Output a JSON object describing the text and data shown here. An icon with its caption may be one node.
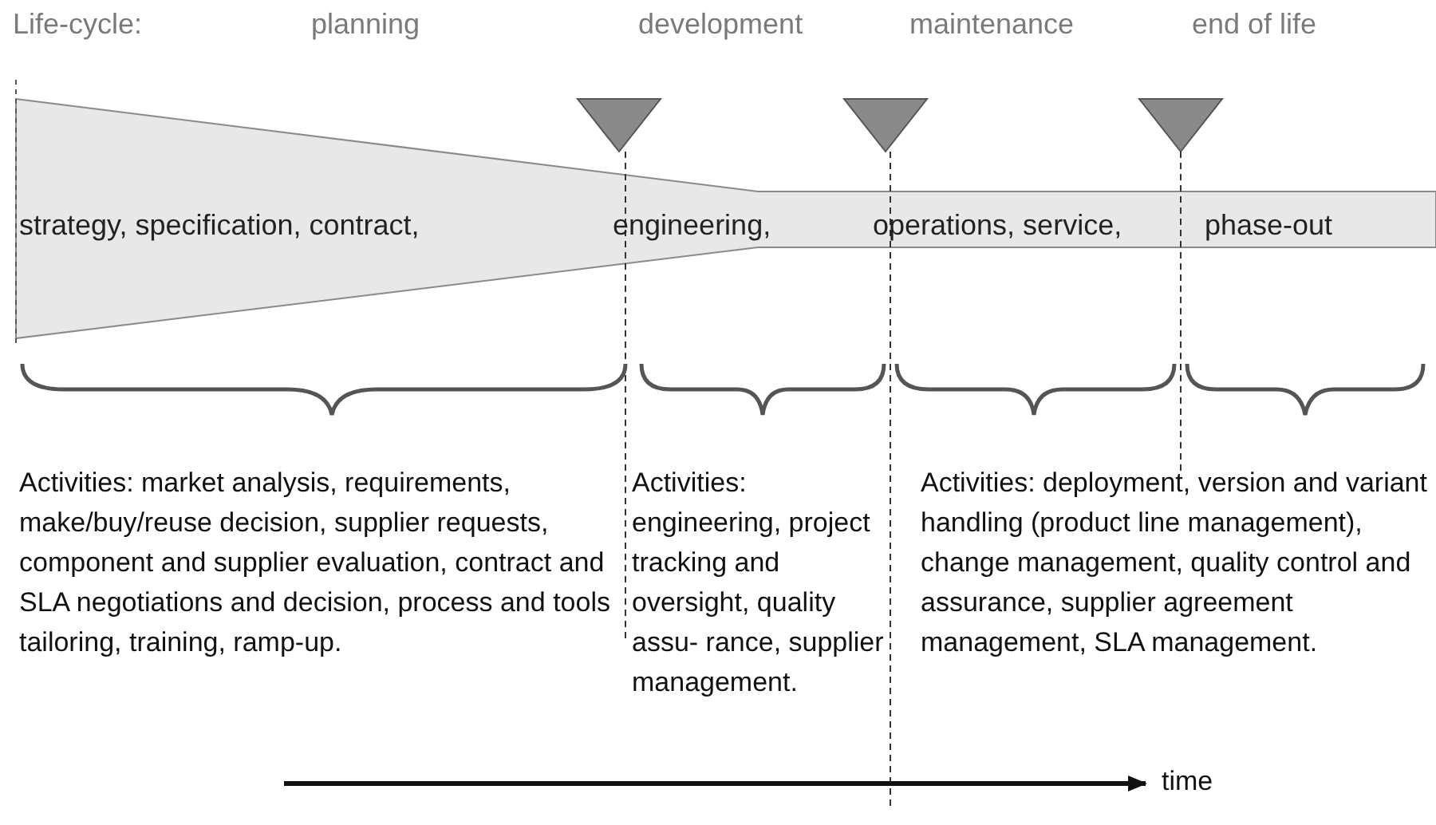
{
  "diagram": {
    "labels": [
      "Life-cycle:",
      "planning",
      "development",
      "maintenance",
      "end of life",
      "strategy, specification, contract,",
      "engineering,",
      "operations, service,",
      "phase-out",
      "Activities: market analysis, requirements, make/buy/reuse decision, supplier requests, component and supplier evaluation, contract and SLA negotiations and decision, process and tools tailoring, training, ramp-up.",
      "Activities: engineering, project tracking and oversight, quality assu- rance, supplier management.",
      "Activities: deployment, version and variant handling (product line management), change management, quality control and assurance, supplier agreement management, SLA management.",
      "time"
    ]
  }
}
